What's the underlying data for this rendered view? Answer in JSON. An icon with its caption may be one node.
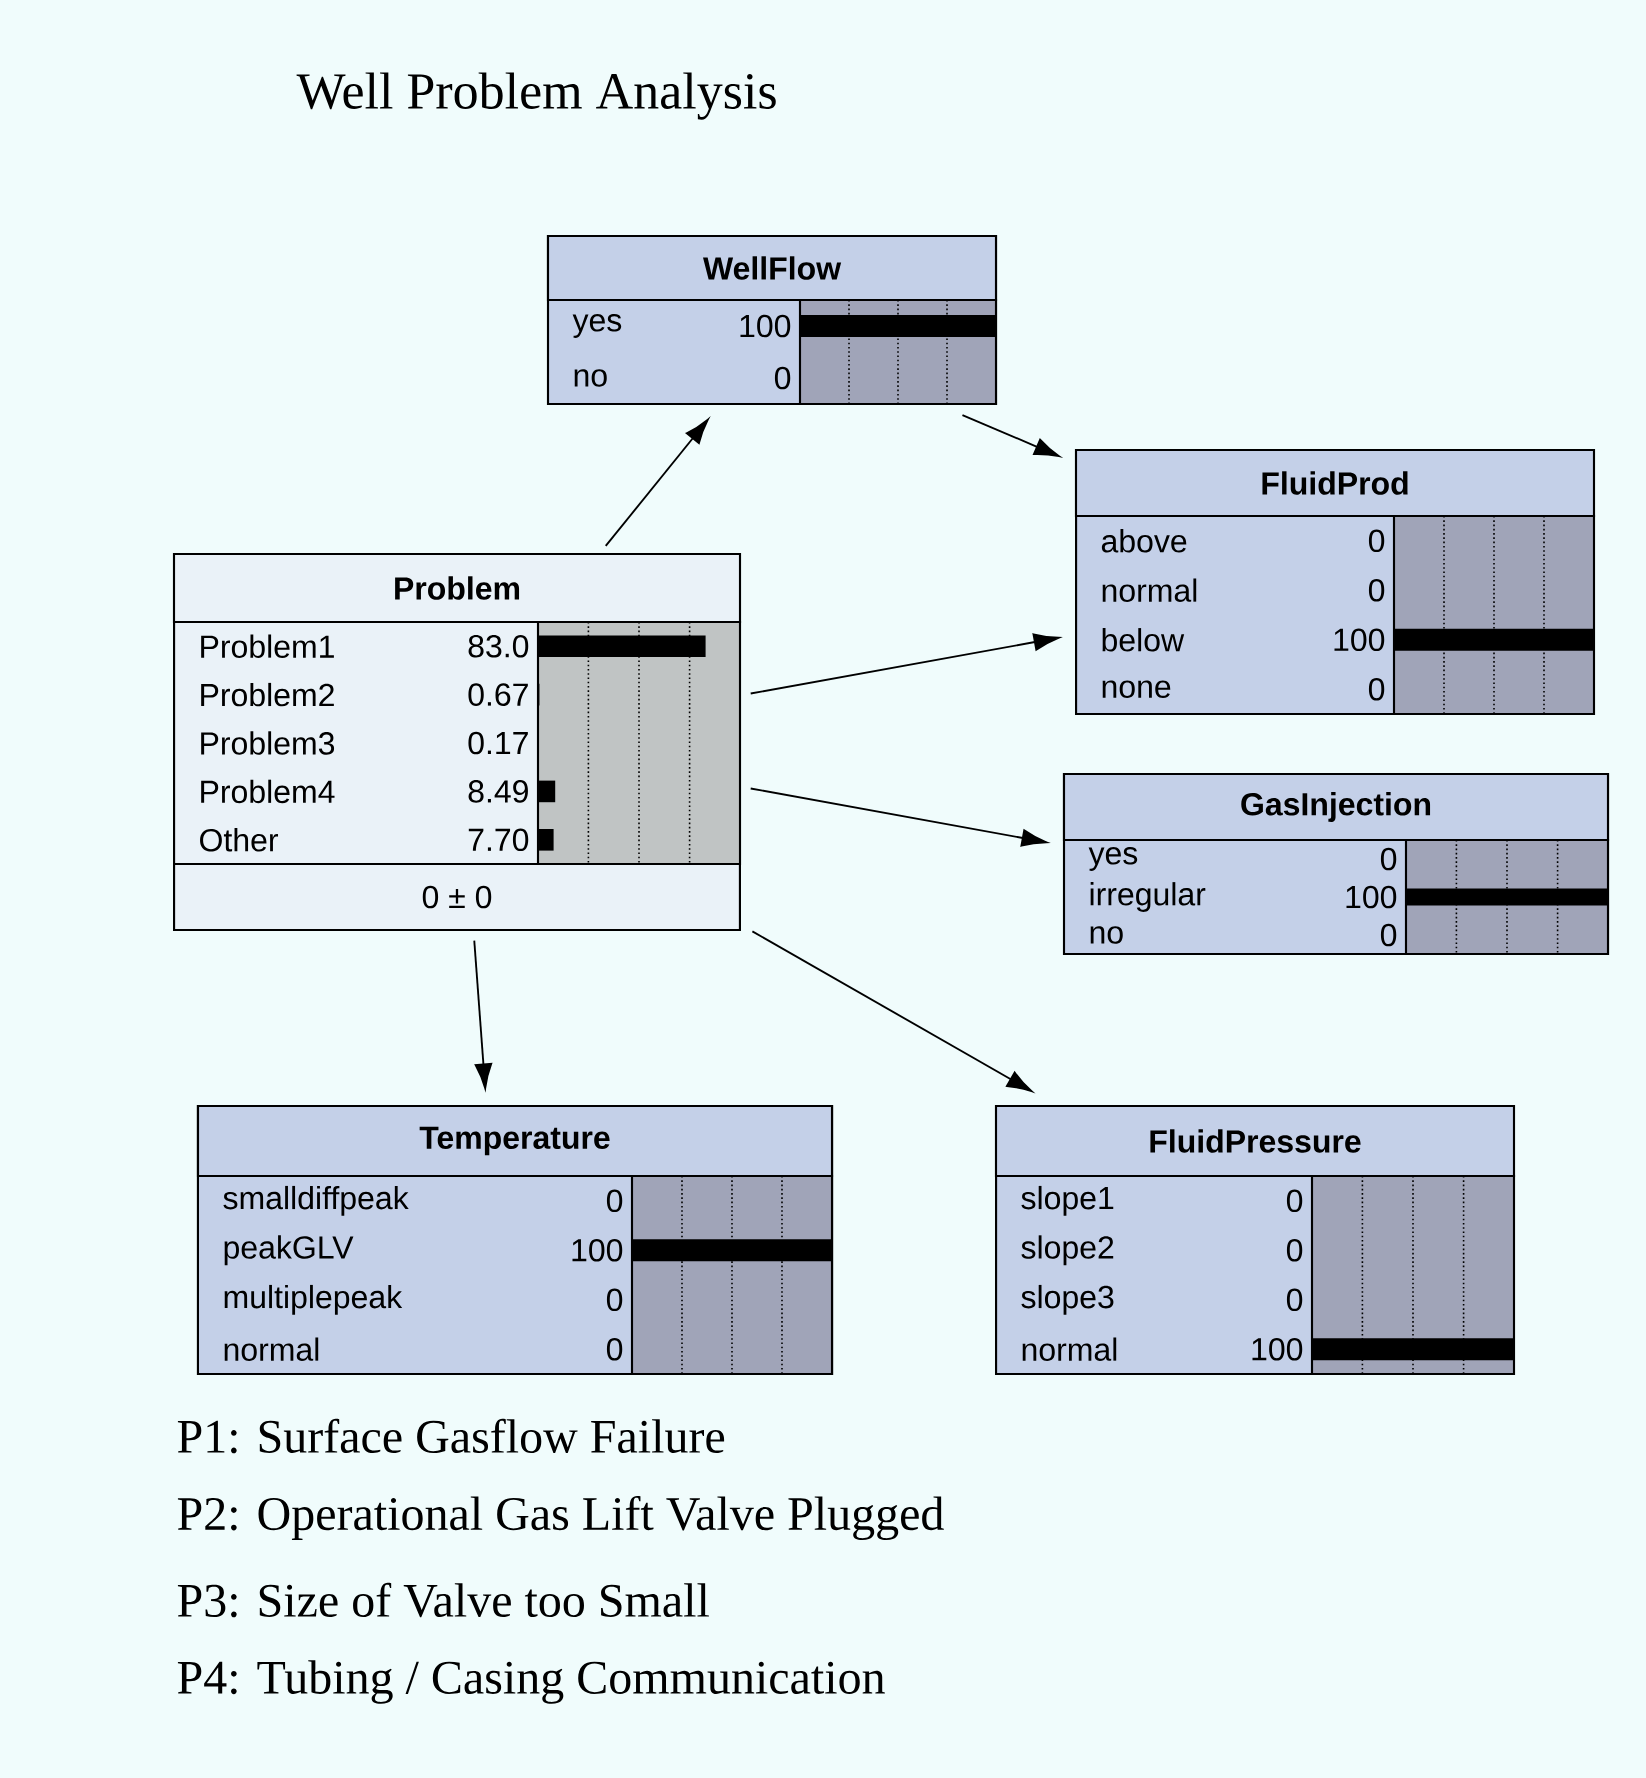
{
  "diagram": {
    "title": "Well Problem Analysis",
    "nodes": [
      {
        "text": [
          "WellFlow",
          "yes",
          "100",
          "no",
          "0"
        ]
      },
      {
        "text": [
          "FluidProd",
          "above",
          "0",
          "normal",
          "0",
          "below",
          "100",
          "none",
          "0"
        ]
      },
      {
        "text": [
          "Problem",
          "Problem1",
          "83.0",
          "Problem2",
          "0.67",
          "Problem3",
          "0.17",
          "Problem4",
          "8.49",
          "Other",
          "7.70",
          "0 ± 0"
        ]
      },
      {
        "text": [
          "GasInjection",
          "yes",
          "0",
          "irregular",
          "100",
          "no",
          "0"
        ]
      },
      {
        "text": [
          "Temperature",
          "smalldiffpeak",
          "0",
          "peakGLV",
          "100",
          "multiplepeak",
          "0",
          "normal",
          "0"
        ]
      },
      {
        "text": [
          "FluidPressure",
          "slope1",
          "0",
          "slope2",
          "0",
          "slope3",
          "0",
          "normal",
          "100"
        ]
      }
    ],
    "edges": [
      {
        "from": 2,
        "to": 0,
        "arrow": "to"
      },
      {
        "from": 0,
        "to": 1,
        "arrow": "to"
      },
      {
        "from": 2,
        "to": 1,
        "arrow": "to"
      },
      {
        "from": 2,
        "to": 3,
        "arrow": "to"
      },
      {
        "from": 2,
        "to": 4,
        "arrow": "to"
      },
      {
        "from": 2,
        "to": 5,
        "arrow": "to"
      }
    ],
    "labels": [
      "P1: Surface Gasflow Failure",
      "P2: Operational Gas Lift Valve Plugged",
      "P3: Size of Valve too Small",
      "P4: Tubing / Casing Communication"
    ]
  }
}
